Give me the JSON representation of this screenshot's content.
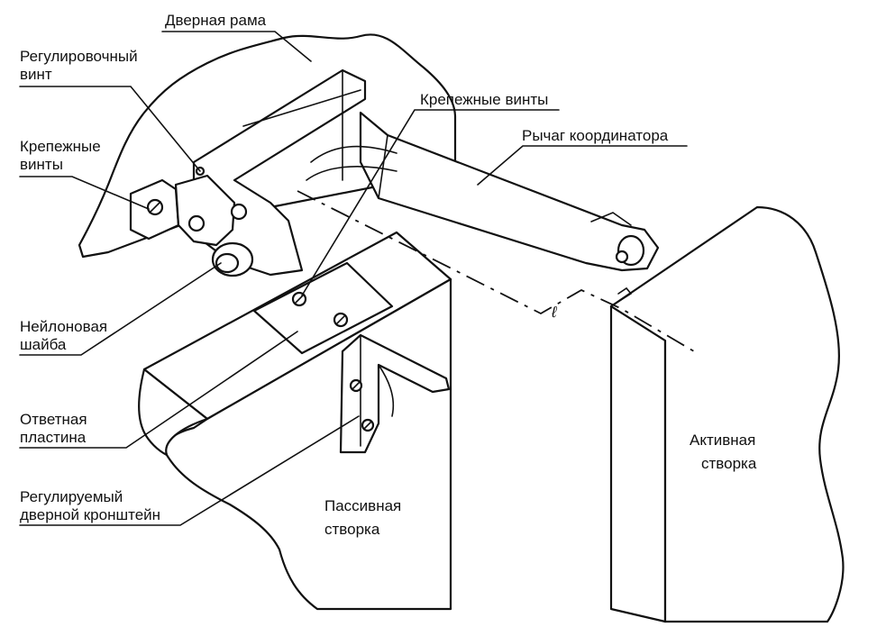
{
  "labels": {
    "door_frame": "Дверная рама",
    "adjust_screw_1": "Регулировочный",
    "adjust_screw_2": "винт",
    "mount_screws_left_1": "Крепежные",
    "mount_screws_left_2": "винты",
    "mount_screws_top": "Крепежные винты",
    "coordinator_arm": "Рычаг координатора",
    "nylon_washer_1": "Нейлоновая",
    "nylon_washer_2": "шайба",
    "strike_plate_1": "Ответная",
    "strike_plate_2": "пластина",
    "bracket_1": "Регулируемый",
    "bracket_2": "дверной кронштейн",
    "passive_leaf_1": "Пассивная",
    "passive_leaf_2": "створка",
    "active_leaf_1": "Активная",
    "active_leaf_2": "створка",
    "dimension_l": "ℓ"
  }
}
